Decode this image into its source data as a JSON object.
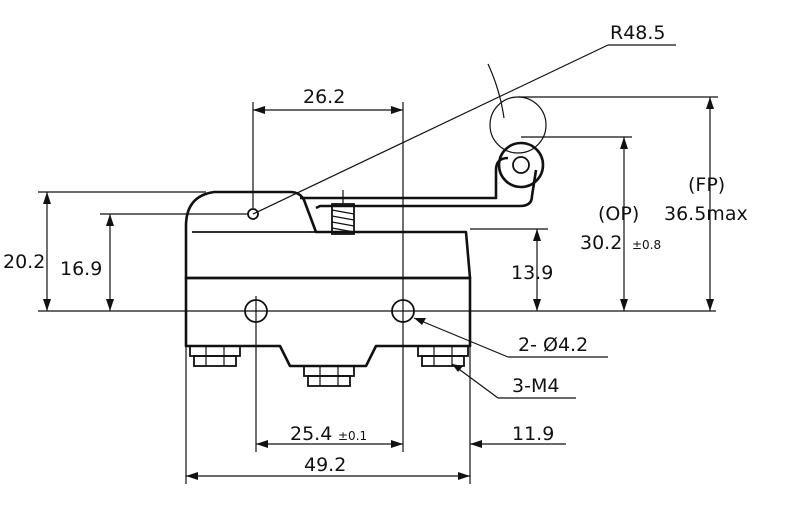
{
  "dimensions": {
    "radius": "R48.5",
    "width_26_2": "26.2",
    "fp_label": "(FP)",
    "fp_value": "36.5max",
    "op_label": "(OP)",
    "op_value": "30.2",
    "op_tolerance": "±0.8",
    "height_20_2": "20.2",
    "height_16_9": "16.9",
    "height_13_9": "13.9",
    "holes": "2- Ø4.2",
    "terminals": "3-M4",
    "pitch_value": "25.4",
    "pitch_tolerance": "±0.1",
    "offset_11_9": "11.9",
    "overall_width": "49.2"
  }
}
